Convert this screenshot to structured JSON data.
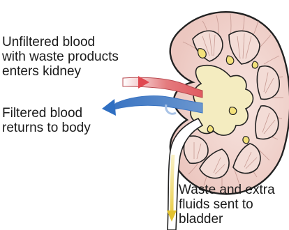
{
  "labels": {
    "unfiltered": [
      "Unfiltered blood",
      "with waste products",
      "enters kidney"
    ],
    "filtered": [
      "Filtered blood",
      "returns to body"
    ],
    "waste": [
      "Waste and extra",
      "fluids sent to",
      "bladder"
    ]
  },
  "colors": {
    "kidney_fill": "#f1d7d2",
    "kidney_outline": "#222222",
    "cortex_stripe": "#c79a93",
    "calyx_fill": "#f4ecc0",
    "fat_yellow": "#f3e17a",
    "artery_red": "#e47b7e",
    "vein_blue": "#6a96cf",
    "ureter_yellow": "#f1dc6f",
    "text": "#1a1a1a"
  },
  "icons": [
    "arrow-right-icon",
    "arrow-left-icon",
    "arrow-down-icon"
  ]
}
